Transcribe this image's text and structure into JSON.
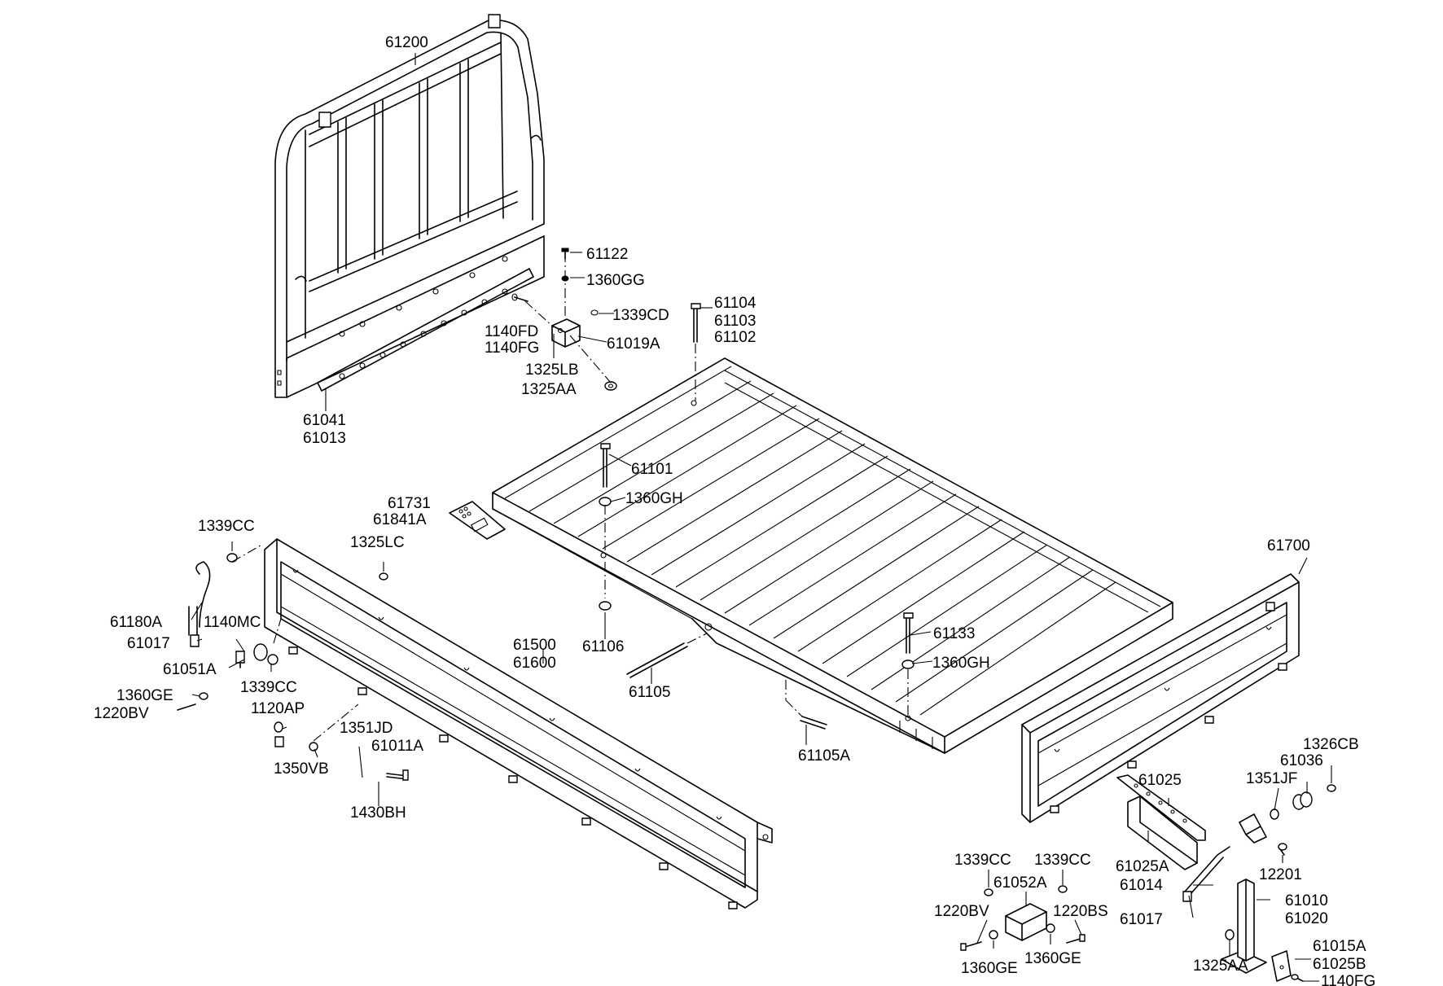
{
  "labels": {
    "l61200": "61200",
    "l61122": "61122",
    "l1360GG": "1360GG",
    "l1339CD": "1339CD",
    "l1140FD": "1140FD",
    "l1140FG_top": "1140FG",
    "l61019A": "61019A",
    "l1325LB": "1325LB",
    "l1325AA_top": "1325AA",
    "l61104": "61104",
    "l61103": "61103",
    "l61102": "61102",
    "l61041": "61041",
    "l61013": "61013",
    "l61101": "61101",
    "l1360GH_top": "1360GH",
    "l61731": "61731",
    "l61841A": "61841A",
    "l1339CC_left": "1339CC",
    "l1325LC": "1325LC",
    "l61180A": "61180A",
    "l1140MC": "1140MC",
    "l61017_left": "61017",
    "l61051A": "61051A",
    "l1339CC_left2": "1339CC",
    "l1360GE_left": "1360GE",
    "l1220BV_left": "1220BV",
    "l1120AP": "1120AP",
    "l1351JD": "1351JD",
    "l61011A": "61011A",
    "l1350VB": "1350VB",
    "l1430BH": "1430BH",
    "l61500": "61500",
    "l61600": "61600",
    "l61106": "61106",
    "l61105": "61105",
    "l61133": "61133",
    "l1360GH_right": "1360GH",
    "l61105A": "61105A",
    "l61700": "61700",
    "l1326CB": "1326CB",
    "l61036": "61036",
    "l1351JF": "1351JF",
    "l61025": "61025",
    "l61025A": "61025A",
    "l12201": "12201",
    "l61014": "61014",
    "l61010": "61010",
    "l61020": "61020",
    "l61017_right": "61017",
    "l1339CC_br1": "1339CC",
    "l1339CC_br2": "1339CC",
    "l61052A": "61052A",
    "l1220BV_right": "1220BV",
    "l1220BS": "1220BS",
    "l1360GE_br1": "1360GE",
    "l1360GE_br2": "1360GE",
    "l1325AA_bottom": "1325AA",
    "l61015A": "61015A",
    "l61025B": "61025B",
    "l1140FG_bottom": "1140FG"
  }
}
